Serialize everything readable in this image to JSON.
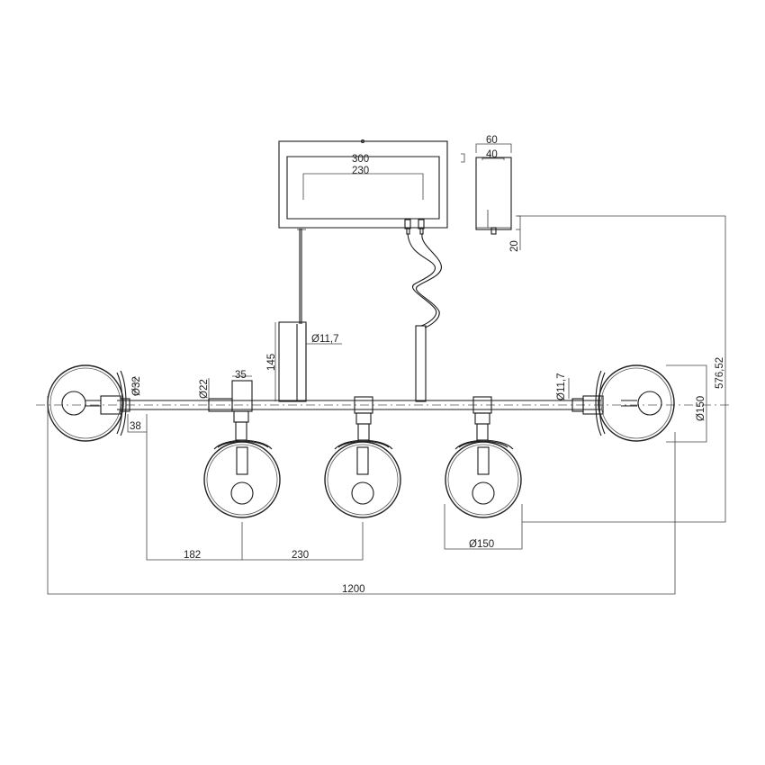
{
  "dimensions": {
    "canopy_outer_width": "300",
    "canopy_inner_width": "230",
    "canopy_depth_outer": "60",
    "canopy_depth_inner": "40",
    "canopy_height": "20",
    "rod_diameter": "Ø11,7",
    "rod_height": "145",
    "arm_diameter_right": "Ø11,7",
    "holder_diameter": "Ø32",
    "holder_length": "38",
    "bar_diameter": "Ø22",
    "joint_width": "35",
    "shade_diameter_right": "Ø150",
    "shade_diameter_bottom": "Ø150",
    "spacing_first": "182",
    "spacing_second": "230",
    "total_width": "1200",
    "total_height": "576,52"
  }
}
